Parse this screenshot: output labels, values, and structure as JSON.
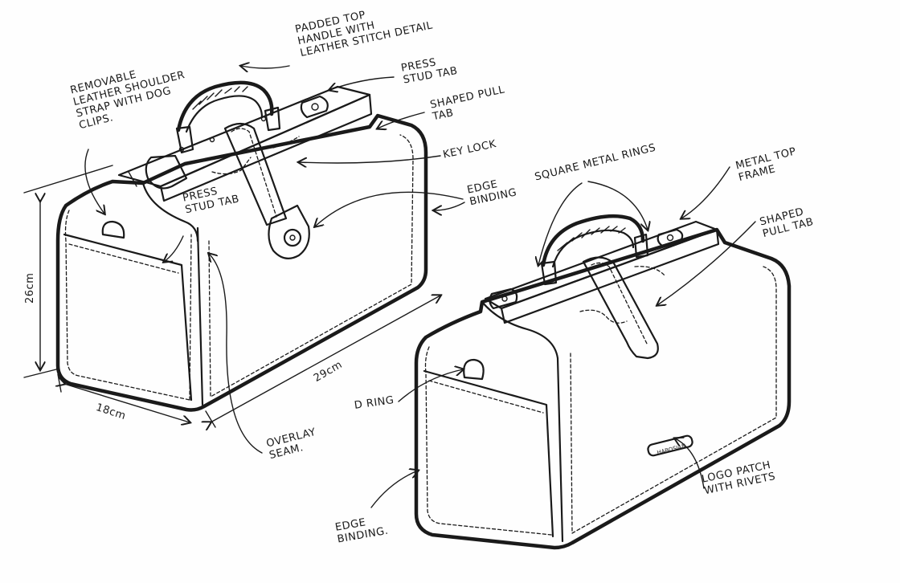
{
  "labels": {
    "padded_top_handle": "PADDED TOP\nHANDLE WITH\nLEATHER STITCH DETAIL",
    "press_stud_tab_top": "PRESS\nSTUD TAB",
    "removable_strap": "REMOVABLE\nLEATHER SHOULDER\nSTRAP WITH DOG\nCLIPS.",
    "shaped_pull_tab_1": "SHAPED PULL\nTAB",
    "key_lock": "KEY LOCK",
    "press_stud_tab_front": "PRESS\nSTUD TAB",
    "edge_binding_1": "EDGE\nBINDING",
    "square_metal_rings": "SQUARE METAL RINGS",
    "metal_top_frame": "METAL TOP\nFRAME",
    "shaped_pull_tab_2": "SHAPED\nPULL TAB",
    "height_dim": "26cm",
    "length_dim": "29cm",
    "depth_dim": "18cm",
    "overlay_seam": "OVERLAY\nSEAM.",
    "d_ring": "D RING",
    "logo_patch": "LOGO PATCH\nWITH RIVETS",
    "edge_binding_2": "EDGE\nBINDING.",
    "logo_text": "HABOSIAN"
  },
  "colors": {
    "ink": "#1a1a1a",
    "paper": "#fefefe"
  }
}
